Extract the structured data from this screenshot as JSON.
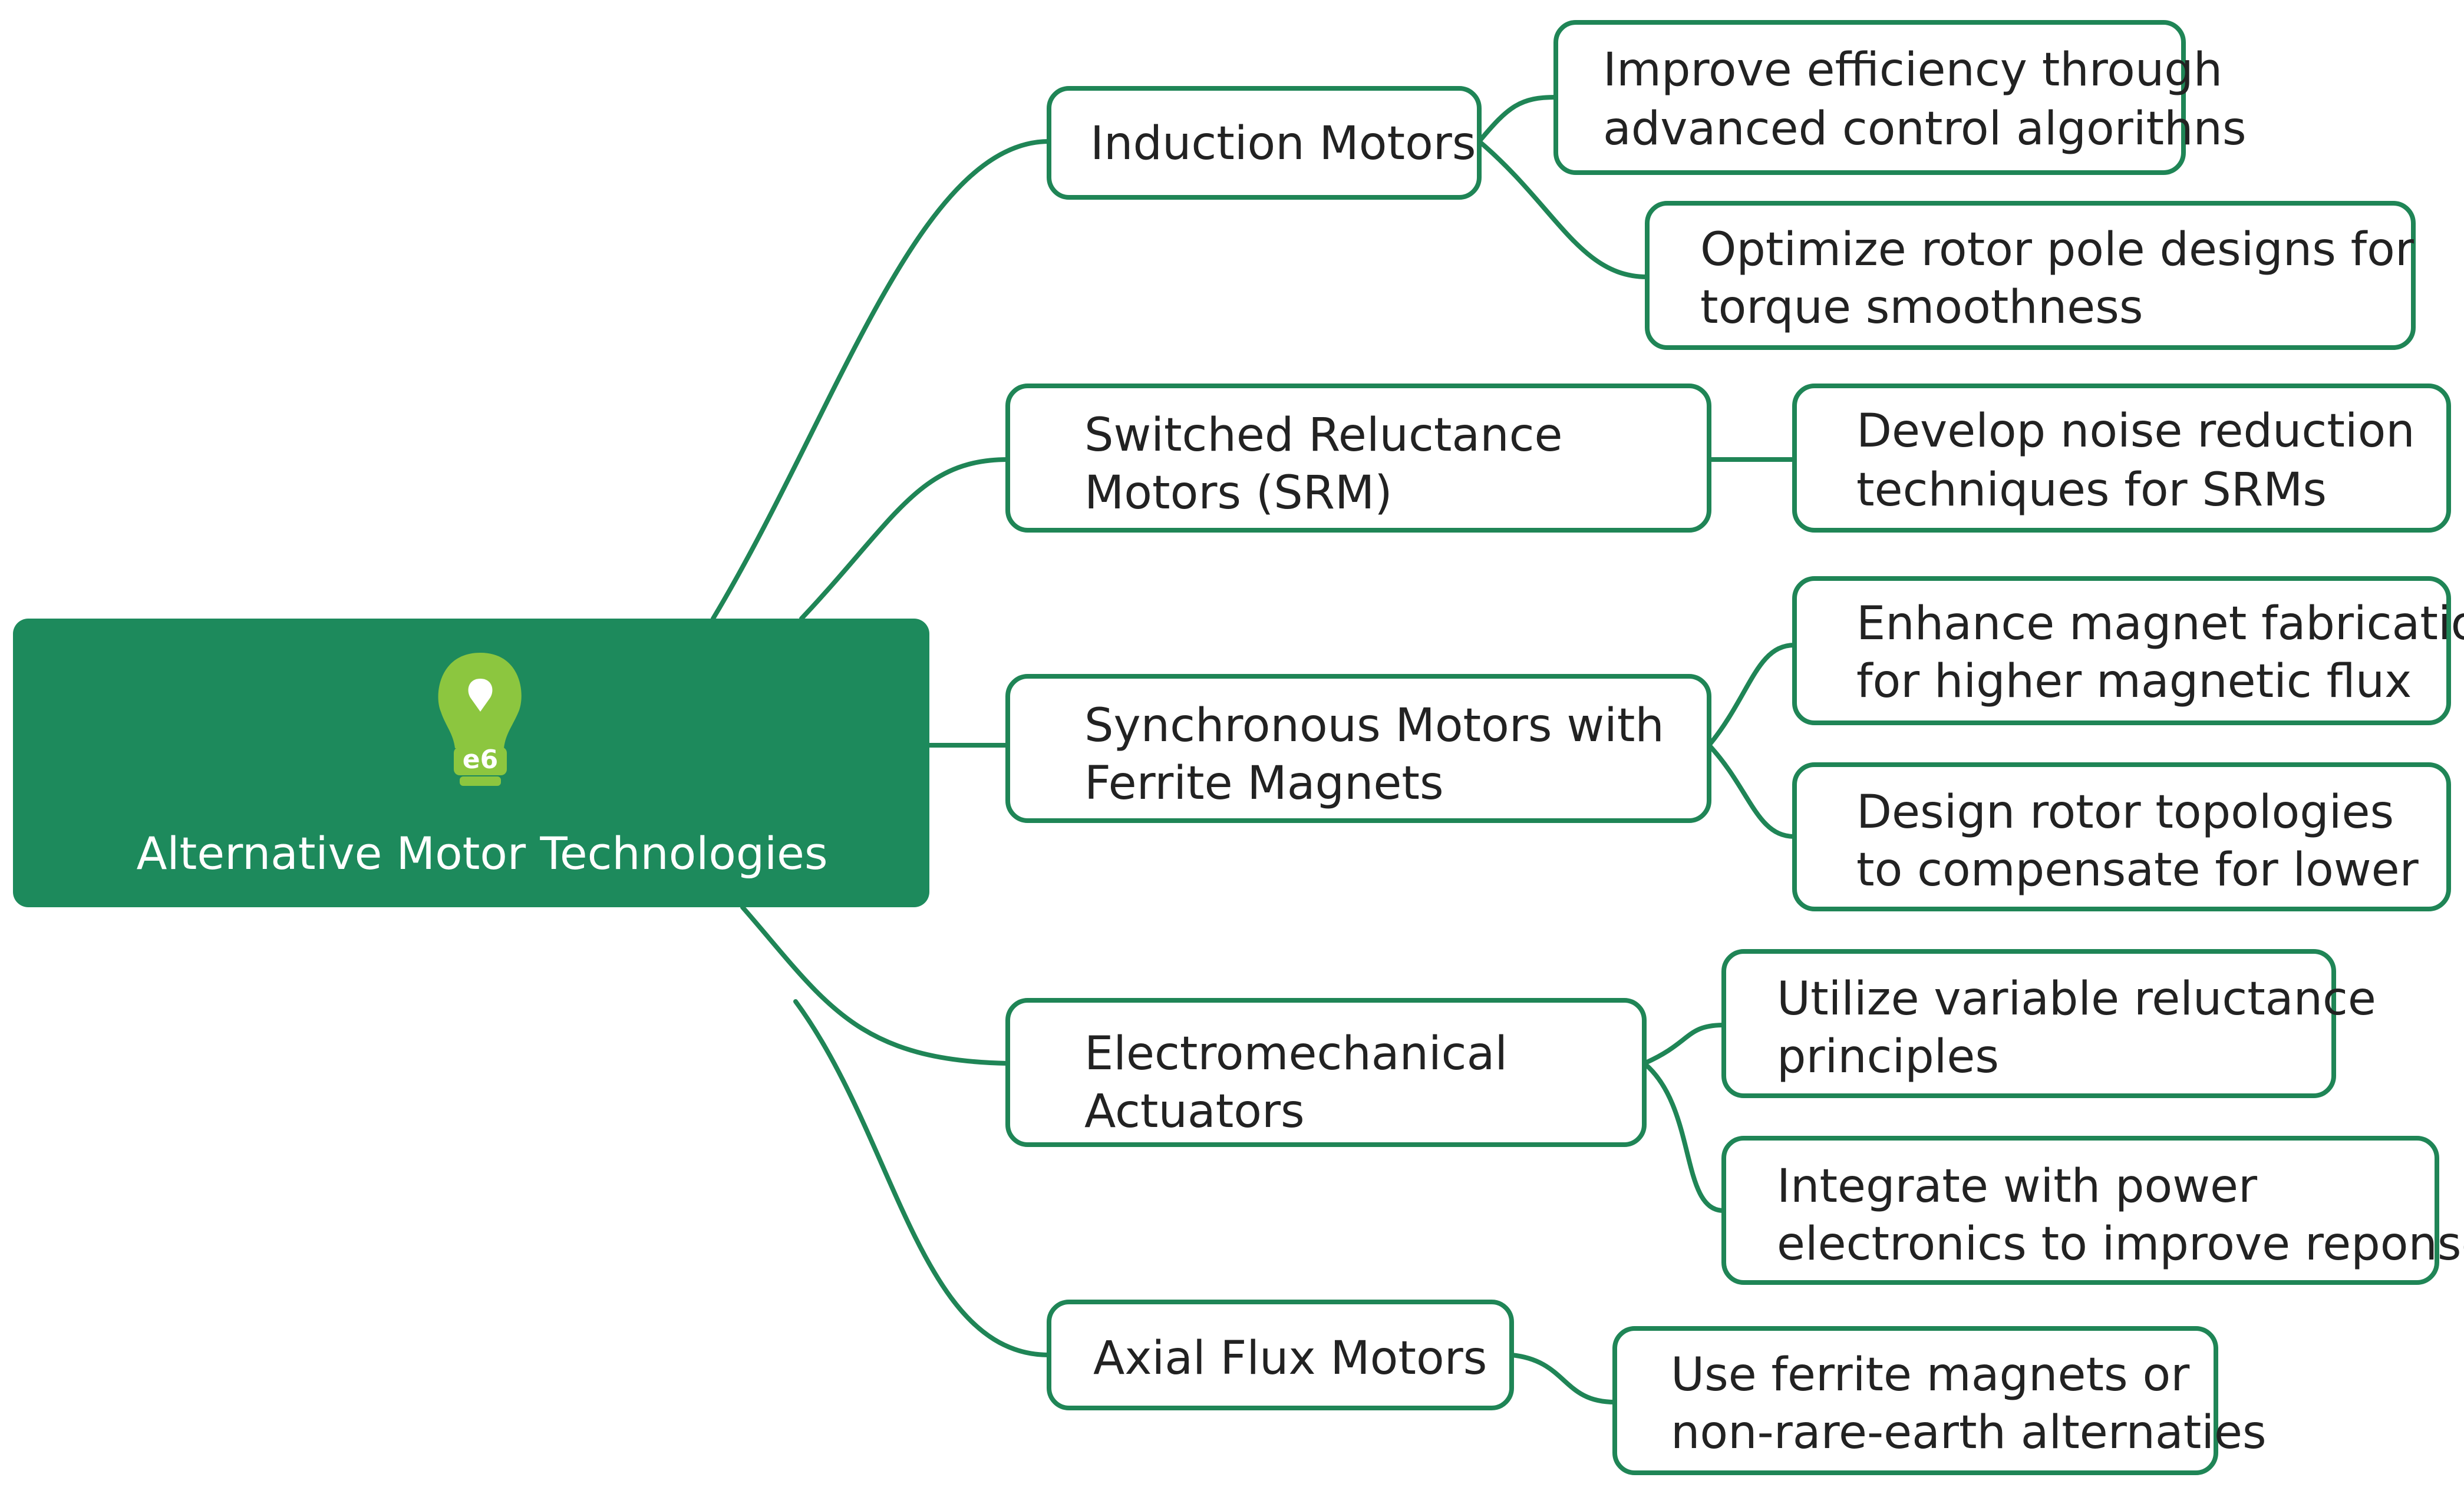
{
  "colors": {
    "accent": "#1f8556",
    "root_fill": "#1d8a5c",
    "bulb_green": "#8cc63f",
    "text": "#222222",
    "root_text": "#ffffff"
  },
  "root": {
    "icon": "lightbulb-icon",
    "title": "Alternative Motor Technologies"
  },
  "branches": [
    {
      "label": "Induction Motors",
      "children": [
        "Improve efficiency through advanced control algorithns",
        "Optimize rotor pole designs for torque smoothness"
      ]
    },
    {
      "label": "Switched Reluctance Motors (SRM)",
      "children": [
        "Develop noise reduction techniques for SRMs"
      ]
    },
    {
      "label": "Synchronous Motors with Ferrite Magnets",
      "children": [
        "Enhance magnet fabrication for higher magnetic flux",
        "Design rotor topologies to compensate for lower"
      ]
    },
    {
      "label": "Electromechanical Actuators",
      "children": [
        "Utilize variable reluctance principles",
        "Integrate with power electronics to improve reponse"
      ]
    },
    {
      "label": "Axial Flux Motors",
      "children": [
        "Use ferrite magnets or non-rare-earth alternaties"
      ]
    }
  ]
}
